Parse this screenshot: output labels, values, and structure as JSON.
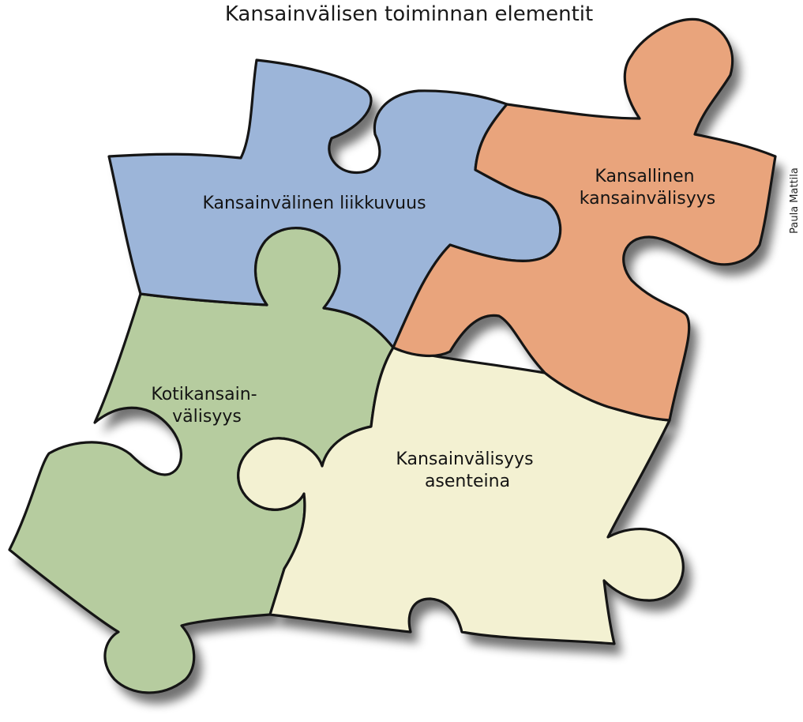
{
  "title": "Kansainvälisen toiminnan elementit",
  "credit": "Paula Mattila",
  "colors": {
    "blue": "#9cb5d9",
    "orange": "#e9a47c",
    "green": "#b6cc9f",
    "cream": "#f3f1d2",
    "outline": "#151515",
    "shadow": "#000000"
  },
  "pieces": [
    {
      "id": "blue",
      "label_lines": [
        "Kansainvälinen liikkuvuus"
      ]
    },
    {
      "id": "orange",
      "label_lines": [
        "Kansallinen",
        "kansainvälisyys"
      ]
    },
    {
      "id": "green",
      "label_lines": [
        "Kotikansain-",
        "välisyys"
      ]
    },
    {
      "id": "cream",
      "label_lines": [
        "Kansainvälisyys",
        "asenteina"
      ]
    }
  ]
}
